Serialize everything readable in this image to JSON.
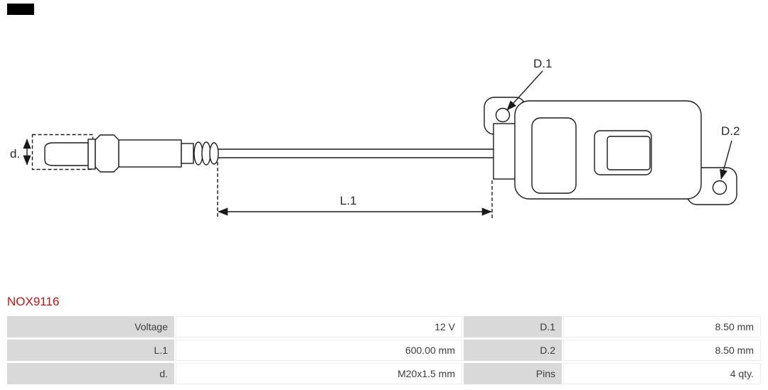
{
  "diagram": {
    "labels": {
      "d": "d.",
      "l1": "L.1",
      "d1": "D.1",
      "d2": "D.2"
    }
  },
  "part_number": "NOX9116",
  "specs": {
    "rows": [
      {
        "cells": [
          "Voltage",
          "12 V",
          "D.1",
          "8.50 mm"
        ]
      },
      {
        "cells": [
          "L.1",
          "600.00 mm",
          "D.2",
          "8.50 mm"
        ]
      },
      {
        "cells": [
          "d.",
          "M20x1.5 mm",
          "Pins",
          "4 qty."
        ]
      }
    ]
  },
  "colors": {
    "part_number_red": "#cc1111",
    "table_label_bg": "#d9d9d9",
    "drawing_line": "#1a1a1a"
  }
}
